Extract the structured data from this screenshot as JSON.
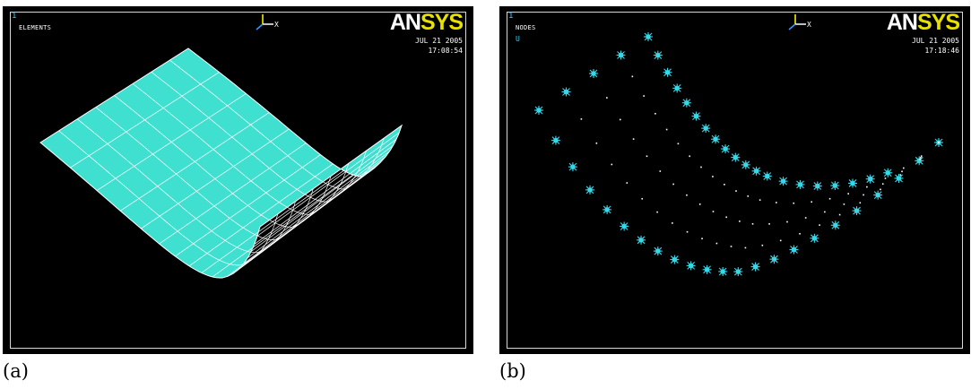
{
  "panels": [
    {
      "window_number": "1",
      "plot_label": "ELEMENTS",
      "sub_label": "",
      "logo_an": "AN",
      "logo_sys": "SYS",
      "date": "JUL 21 2005",
      "time": "17:08:54",
      "axis_label": "X",
      "caption": "(a)",
      "mesh_color": "#40e0d0",
      "line_color": "#ffffff"
    },
    {
      "window_number": "1",
      "plot_label": "NODES",
      "sub_label": "U",
      "logo_an": "AN",
      "logo_sys": "SYS",
      "date": "JUL 21 2005",
      "time": "17:18:46",
      "axis_label": "X",
      "caption": "(b)",
      "node_color": "#36d8e8",
      "dot_color": "#ffffff"
    }
  ]
}
